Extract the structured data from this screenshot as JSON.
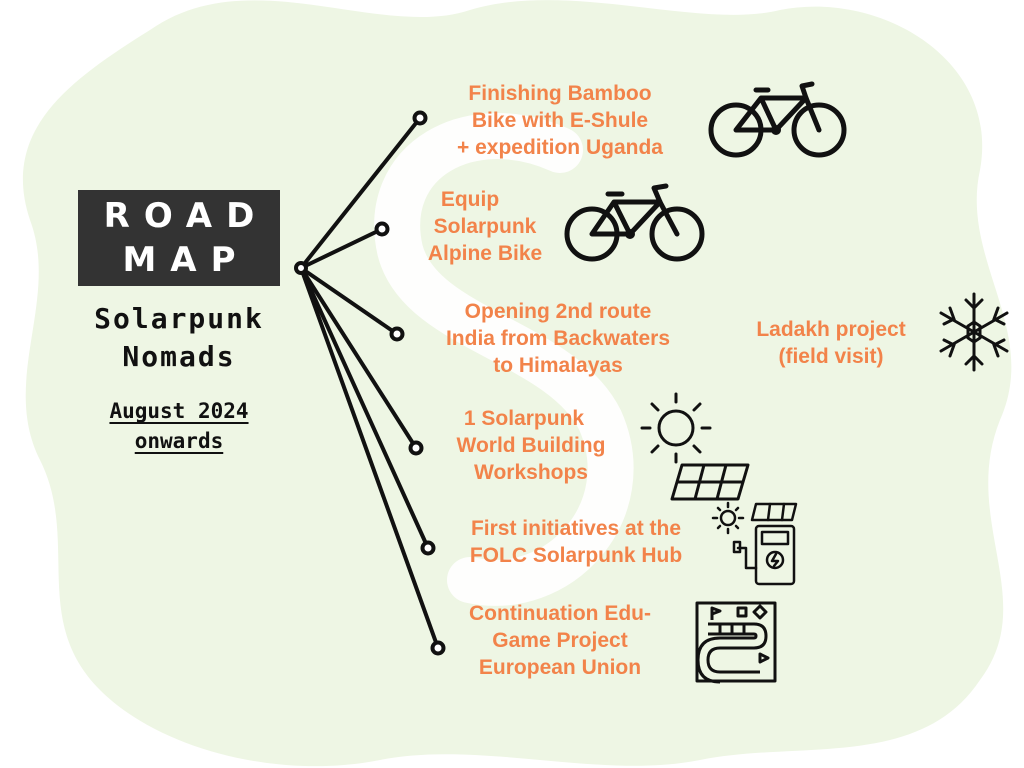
{
  "title": {
    "line1": "ROAD",
    "line2": "MAP"
  },
  "subtitle": {
    "line1": "Solarpunk",
    "line2": "Nomads"
  },
  "date": {
    "line1": "August 2024",
    "line2": "onwards"
  },
  "colors": {
    "accent": "#f2834a",
    "title_bg": "#333333",
    "blob": "#eef6e4"
  },
  "items": [
    {
      "lines": [
        "Finishing Bamboo",
        "Bike with E-Shule",
        "+ expedition Uganda"
      ],
      "icon": "bicycle-icon"
    },
    {
      "lines": [
        "Equip",
        "Solarpunk",
        "Alpine Bike"
      ],
      "icon": "bicycle-icon"
    },
    {
      "lines": [
        "Opening 2nd route",
        "India from Backwaters",
        "to Himalayas"
      ],
      "icon": ""
    },
    {
      "lines": [
        "1 Solarpunk",
        "World Building",
        "Workshops"
      ],
      "icon": "sun-icon"
    },
    {
      "lines": [
        "First initiatives at the",
        "FOLC Solarpunk Hub"
      ],
      "icon": "solar-charging-station-icon"
    },
    {
      "lines": [
        "Continuation Edu-",
        "Game Project",
        "European Union"
      ],
      "icon": "board-game-icon"
    }
  ],
  "side_item": {
    "lines": [
      "Ladakh project",
      "(field visit)"
    ],
    "icon": "snowflake-icon"
  }
}
